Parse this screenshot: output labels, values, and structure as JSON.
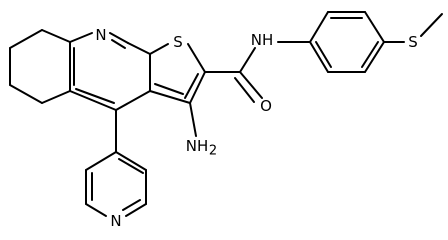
{
  "molecule": {
    "atoms": {
      "N_quinoline": "N",
      "S_thiophene": "S",
      "N_amide": "NH",
      "O_amide": "O",
      "S_methylthio": "S",
      "N_amino": "NH",
      "N_amino_sub": "2",
      "N_pyridine": "N"
    }
  },
  "colors": {
    "bond": "#000000",
    "label": "#000000",
    "background": "#ffffff"
  }
}
